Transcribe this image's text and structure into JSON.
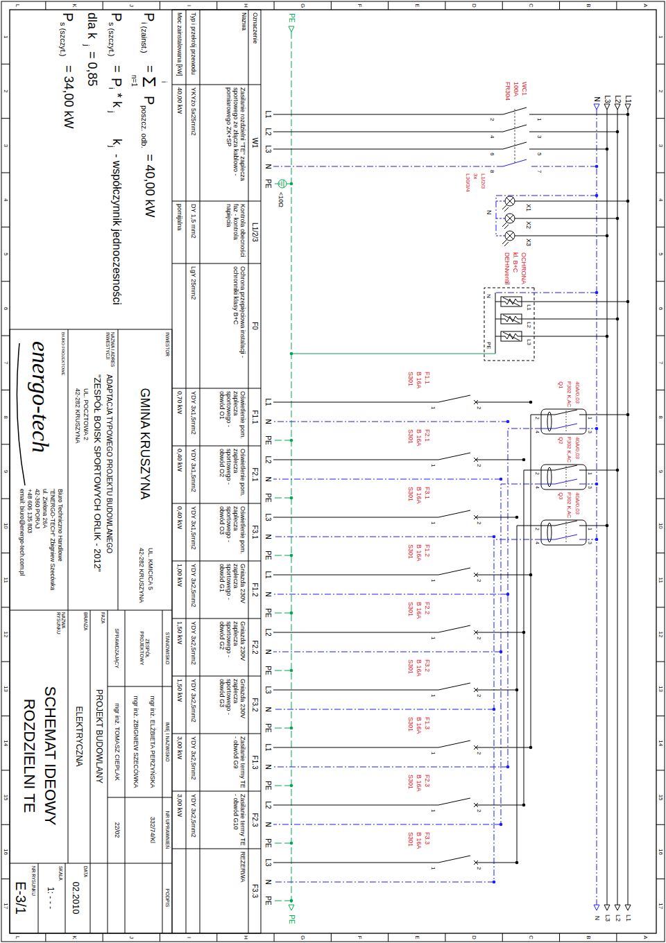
{
  "diagram": {
    "labels": [
      "A",
      "B",
      "C",
      "D",
      "E",
      "F",
      "G",
      "H",
      "I",
      "J",
      "K",
      "L",
      "A",
      "B",
      "C",
      "D",
      "E",
      "F",
      "G",
      "H",
      "I",
      "J",
      "K",
      "L",
      "1",
      "2",
      "3",
      "4",
      "5",
      "6",
      "7",
      "8",
      "9",
      "10",
      "11",
      "12",
      "13",
      "14",
      "15",
      "16",
      "17",
      "1",
      "2",
      "3",
      "4",
      "5",
      "6",
      "7",
      "8",
      "9",
      "10",
      "11",
      "12",
      "13",
      "14",
      "15",
      "16",
      "17",
      "L1",
      "L2",
      "L3",
      "N",
      "WC1",
      "100A",
      "FR304",
      "1",
      "3",
      "5",
      "7",
      "2",
      "4",
      "6",
      "8",
      "L1/2/3",
      "3x",
      "L30/3/4",
      "X1",
      "X2",
      "X3",
      "N",
      "OCHRONA",
      "kl. B+C",
      "DEHNventil",
      "L1",
      "L2",
      "L3",
      "N",
      "PE",
      "L1",
      "L2",
      "L3",
      "N",
      "PE",
      "PE",
      "<10Ω",
      "L1",
      "L2",
      "L3",
      "N",
      "PE",
      "40A/0,03",
      "P302 K,AC",
      "Q1",
      "1",
      "3",
      "2",
      "4",
      "40A/0,03",
      "P302 K,AC",
      "Q2",
      "1",
      "3",
      "2",
      "4",
      "40A/0,03",
      "P302 K,AC",
      "Q3",
      "1",
      "3",
      "2",
      "4",
      "F1.1",
      "B 16A",
      "S301",
      "2",
      "1",
      "L1",
      "N",
      "PE",
      "F2.1",
      "B 16A",
      "S301",
      "2",
      "1",
      "L2",
      "N",
      "PE",
      "F3.1",
      "B 16A",
      "S301",
      "2",
      "1",
      "L3",
      "N",
      "PE",
      "F1.2",
      "B 16A",
      "S301",
      "2",
      "1",
      "L1",
      "N",
      "PE",
      "F2.2",
      "B 16A",
      "S301",
      "2",
      "1",
      "L2",
      "N",
      "PE",
      "F3.2",
      "B 16A",
      "S301",
      "2",
      "1",
      "L3",
      "N",
      "PE",
      "F1.3",
      "B 16A",
      "S301",
      "2",
      "1",
      "L1",
      "N",
      "PE",
      "F2.3",
      "B 16A",
      "S301",
      "2",
      "1",
      "L2",
      "N",
      "PE",
      "F3.3",
      "B 16A",
      "S301",
      "2",
      "1",
      "L3",
      "N",
      "PE",
      "Oznaczenie",
      "Nazwa",
      "Typ i przekrój przewodu",
      "Moc zainstalowana [kW]",
      "W1",
      "Zasilanie rozdzielni \"TE\" zaplecza sportowego ze złącza kablowo - pomiarowego ZK+SP",
      "YKYżo 5x25mm2",
      "40,00 kW",
      "L1/2/3",
      "Kontrola obecności faz - kontrola napięcia",
      "DY 1,5 mm2",
      "pomijalna",
      "F0",
      "Ochrona przepięciowa instalacji - ochronniki klasy B+C",
      "LgY 25mm2",
      "F1.1",
      "Oświetlenie pom. zaplecza sportowego - obwód O1",
      "YDY 3x1,5mm2",
      "0,70 kW",
      "F2.1",
      "Oświetlenie pom. zaplecza sportowego - obwód O2",
      "YDY 3x1,5mm2",
      "0,40 kW",
      "F3.1",
      "Oświetlenie pom. zaplecza sportowego - obwód O3",
      "YDY 3x1,5mm2",
      "0,40 kW",
      "F1.2",
      "Gniazda 230V zaplecza sportowego - obwód G1",
      "YDY 3x2,5mm2",
      "1,00 kW",
      "F2.2",
      "Gniazda 230V zaplecza sportowego - obwód G2",
      "YDY 3x2,5mm2",
      "1,50 kW",
      "F3.2",
      "Gniazda 230V zaplecza sportowego - obwód G3",
      "YDY 3x2,5mm2",
      "1,50 kW",
      "F1.3",
      "Zasilanie termy TE - obwód G9",
      "YDY 3x2,5mm2",
      "3,00 kW",
      "F2.3",
      "Zasilanie termy TE - obwód G10",
      "YDY 3x2,5mm2",
      "3,00 kW",
      "F3.3",
      "REZERWA",
      "P",
      "i (zainst.)",
      "=",
      "Σ",
      "i",
      "n=1",
      "P",
      "poszcz. odb.",
      "= 40,00 kW",
      "P",
      "s (szczyt.)",
      "=",
      "P",
      "i",
      "* k",
      "j",
      "k",
      "j",
      "- współczynnik jednoczesności",
      "dla k",
      "j",
      "= 0,85",
      "P",
      "s (szczyt.)",
      "= 34,00 kW",
      "INWESTOR",
      "GMINA KRUSZYNA",
      "UL. KMICICA 5",
      "42-282 KRUSZYNA",
      "NAZWA I ADRES INWESTYCJI",
      "ADAPTACJA TYPOWEGO PROJEKTU BUDOWLANEGO",
      "\"ZESPÓŁ BOISK SPORTOWYCH ORLIK - 2012\"",
      "UL. POCZTOWA 2",
      "42-282 KRUSZYNA",
      "BIURO PROJEKTOWE",
      "energo-tech",
      "Biuro Techniczno Handlowe",
      "\"ENERGO-TECH\" Zbigniew Szecówka",
      "ul. Zielona 26A",
      "42-360 PORAJ",
      "+48 606 135 803",
      "email: biuro@energo-tech.com.pl",
      "STANOWISKO",
      "IMIĘ I NAZWISKO",
      "NR UPRAWNIEŃ",
      "PODPIS",
      "ZESPÓŁ PROJEKTOWY",
      "mgr inż. ELŻBIETA PERZYŃSKA",
      "mgr inż. ZBIGNIEW SZECÓWKA",
      "332/74/Kl",
      "SPRAWDZAJĄCY",
      "mgr inż. TOMASZ CIEPLAK",
      "22/02",
      "FAZA",
      "PROJEKT BUDOWLANY",
      "BRANŻA",
      "ELEKTRYCZNA",
      "NAZWA RYSUNKU",
      "SCHEMAT IDEOWY",
      "ROZDZIELNI TE",
      "DATA",
      "02.2010",
      "SKALA",
      "1: - - -",
      "NR RYSUNKU",
      "E-3/1"
    ]
  }
}
